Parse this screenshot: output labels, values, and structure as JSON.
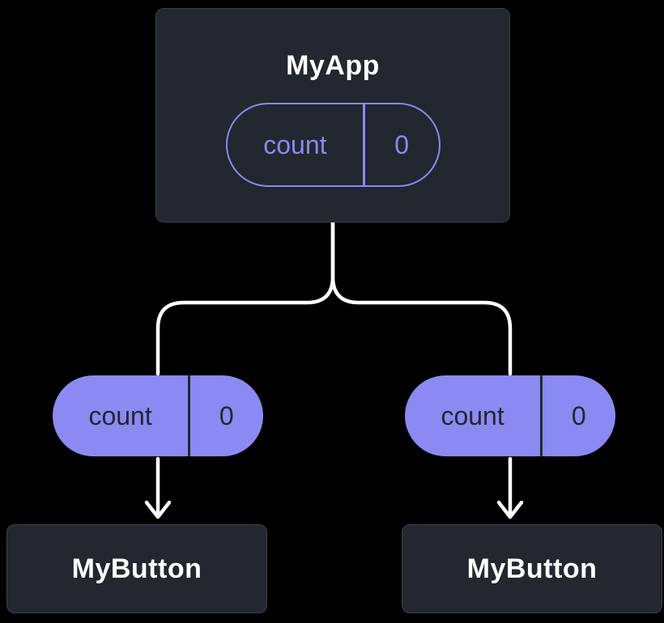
{
  "colors": {
    "background": "#000000",
    "node_fill": "#23272f",
    "node_border": "#3a404b",
    "node_text": "#ffffff",
    "purple": "#8a8af2",
    "pill_dark_text": "#23272f",
    "connector": "#ffffff"
  },
  "root_node": {
    "title": "MyApp",
    "state_pill": {
      "label": "count",
      "value": "0"
    }
  },
  "left_branch": {
    "prop_pill": {
      "label": "count",
      "value": "0"
    },
    "node": {
      "title": "MyButton"
    }
  },
  "right_branch": {
    "prop_pill": {
      "label": "count",
      "value": "0"
    },
    "node": {
      "title": "MyButton"
    }
  }
}
